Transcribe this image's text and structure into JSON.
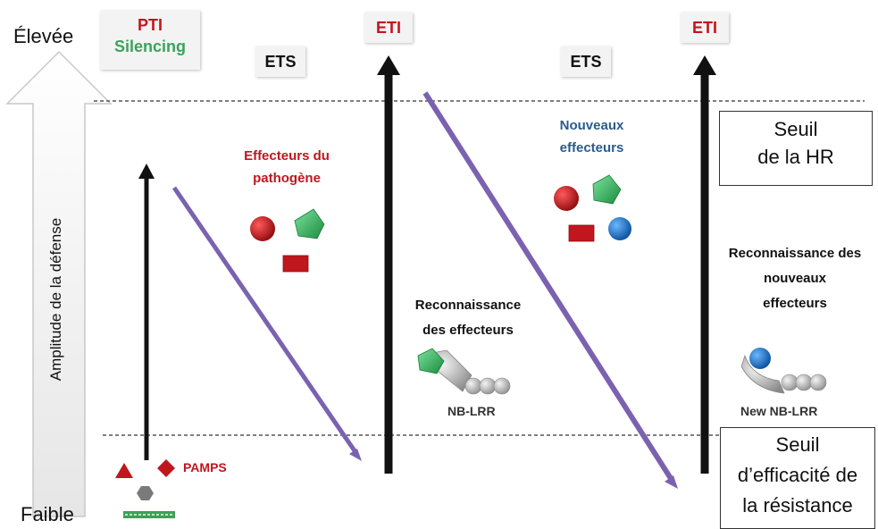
{
  "axis": {
    "high_label": "Élevée",
    "low_label": "Faible",
    "title": "Amplitude de la défense"
  },
  "badges": {
    "pti": "PTI",
    "silencing": "Silencing",
    "ets_1": "ETS",
    "eti_1": "ETI",
    "ets_2": "ETS",
    "eti_2": "ETI"
  },
  "labels": {
    "pathogen_effectors_line1": "Effecteurs du",
    "pathogen_effectors_line2": "pathogène",
    "new_effectors_line1": "Nouveaux",
    "new_effectors_line2": "effecteurs",
    "recognition_line1": "Reconnaissance",
    "recognition_line2": "des effecteurs",
    "new_recognition_line1": "Reconnaissance des",
    "new_recognition_line2": "nouveaux",
    "new_recognition_line3": "effecteurs",
    "nb_lrr": "NB-LRR",
    "new_nb_lrr": "New NB-LRR",
    "pamps": "PAMPS"
  },
  "thresholds": {
    "hr_line1": "Seuil",
    "hr_line2": "de la HR",
    "resistance_line1": "Seuil",
    "resistance_line2": "d’efficacité de",
    "resistance_line3": "la résistance"
  },
  "colors": {
    "red": "#c0161d",
    "blue": "#2b5b8d",
    "green": "#3aa35a",
    "purple": "#7b62b0",
    "black": "#111111",
    "gray_arrow": "#eeeeee"
  }
}
